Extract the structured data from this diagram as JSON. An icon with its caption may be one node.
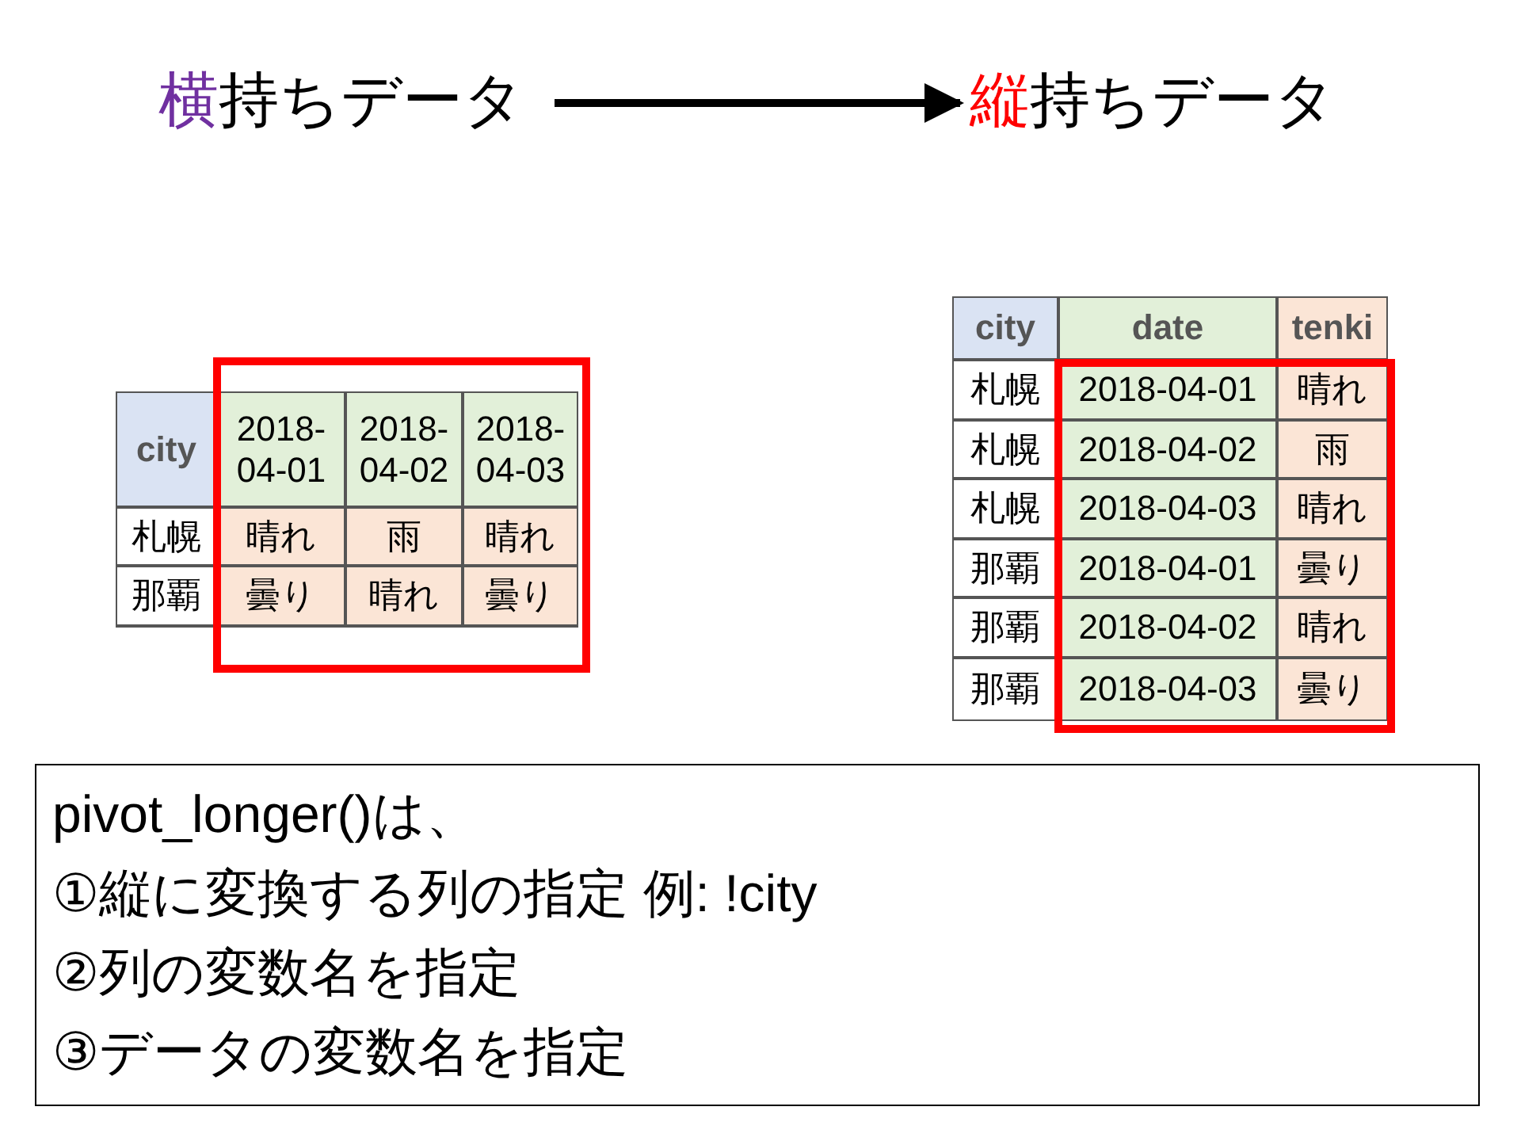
{
  "diagram": {
    "nodes": [
      {
        "text": [
          "横持ちデータ"
        ]
      },
      {
        "text": [
          "縦持ちデータ"
        ]
      },
      {
        "text": [
          "pivot_longer()は、",
          "①縦に変換する列の指定 例: !city",
          "②列の変数名を指定",
          "③データの変数名を指定"
        ]
      }
    ],
    "edges": [
      {
        "from": 0,
        "to": 1,
        "arrow": "to"
      }
    ],
    "labels": [
      "city",
      "2018-04-01",
      "2018-04-02",
      "2018-04-03",
      "札幌",
      "晴れ",
      "雨",
      "晴れ",
      "那覇",
      "曇り",
      "晴れ",
      "曇り",
      "city",
      "date",
      "tenki",
      "札幌",
      "2018-04-01",
      "晴れ",
      "札幌",
      "2018-04-02",
      "雨",
      "札幌",
      "2018-04-03",
      "晴れ",
      "那覇",
      "2018-04-01",
      "曇り",
      "那覇",
      "2018-04-02",
      "晴れ",
      "那覇",
      "2018-04-03",
      "曇り"
    ]
  }
}
